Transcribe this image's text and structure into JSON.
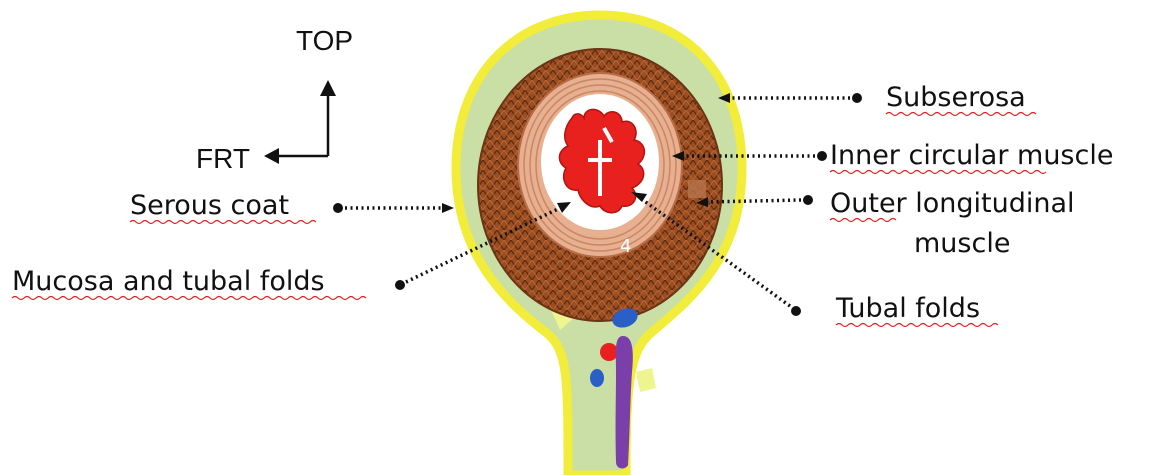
{
  "orientation": {
    "top_label": "TOP",
    "front_label": "FRT"
  },
  "labels": {
    "serous_coat": "Serous coat",
    "mucosa_and_tubal_folds": "Mucosa and tubal folds",
    "subserosa": "Subserosa",
    "inner_circular_muscle": "Inner circular muscle",
    "outer_longitudinal_muscle_line1": "Outer longitudinal",
    "outer_longitudinal_muscle_line2": "muscle",
    "tubal_folds": "Tubal folds"
  },
  "colors": {
    "serous_yellow": "#f2ec3a",
    "subserosa_green": "#c9dfa6",
    "outer_muscle_brown": "#9a4e22",
    "inner_muscle_tan": "#e7b090",
    "lumen_white": "#ffffff",
    "folds_red": "#e8201e",
    "vessel_blue": "#2b5fc8",
    "vessel_purple": "#7a3fa8",
    "leader_black": "#111111"
  }
}
